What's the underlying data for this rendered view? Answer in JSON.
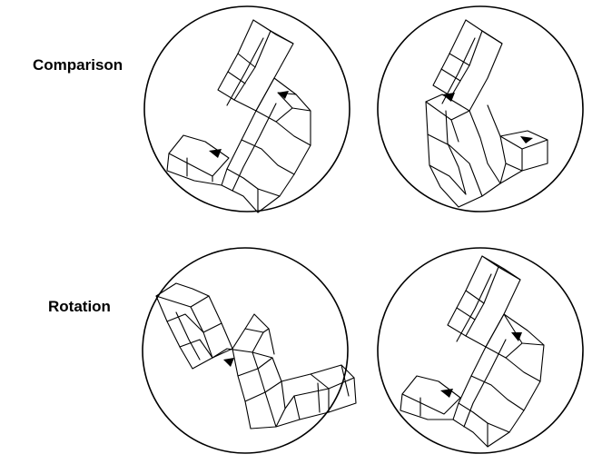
{
  "labels": {
    "comparison": "Comparison",
    "rotation": "Rotation"
  },
  "colors": {
    "stroke": "#000000",
    "background": "#ffffff"
  },
  "figure": {
    "rows": [
      {
        "name": "Comparison",
        "stimuli": 2
      },
      {
        "name": "Rotation",
        "stimuli": 2
      }
    ],
    "stimulus": "shepard-metzler-cube-figure"
  }
}
